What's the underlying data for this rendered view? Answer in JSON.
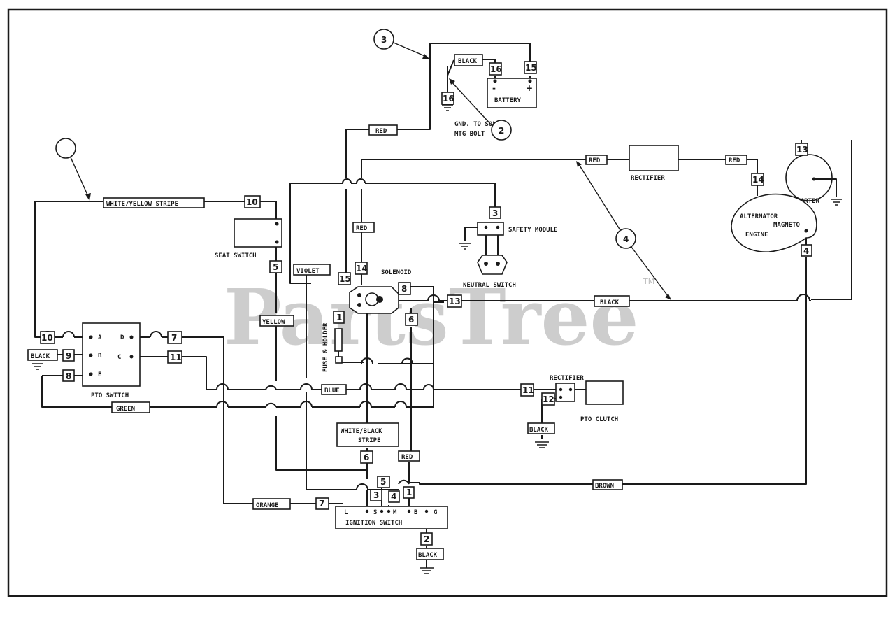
{
  "watermark": {
    "brand": "PartsTree",
    "trademark": "TM"
  },
  "callouts": {
    "c1": "",
    "c2": "2",
    "c3": "3",
    "c4": "4"
  },
  "components": {
    "battery": "BATTERY",
    "battery_minus": "-",
    "battery_plus": "+",
    "ground_note_1": "GND. TO SOL",
    "ground_note_2": "MTG BOLT",
    "rectifier_top": "RECTIFIER",
    "starter": "STARTER",
    "alternator": "ALTERNATOR",
    "magneto": "MAGNETO",
    "engine": "ENGINE",
    "seat_switch": "SEAT SWITCH",
    "safety_module": "SAFETY MODULE",
    "neutral_switch": "NEUTRAL SWITCH",
    "solenoid": "SOLENOID",
    "fuse_holder": "FUSE & HOLDER",
    "pto_switch": "PTO SWITCH",
    "rectifier_pto": "RECTIFIER",
    "pto_clutch": "PTO CLUTCH",
    "ignition_switch": "IGNITION SWITCH"
  },
  "pto_terminals": {
    "a": "A",
    "b": "B",
    "e": "E",
    "d": "D",
    "c": "C"
  },
  "ignition_terminals": {
    "l": "L",
    "s": "S",
    "m": "M",
    "b": "B",
    "g": "G"
  },
  "wire_labels": {
    "black_top": "BLACK",
    "red_top": "RED",
    "red_rect_left": "RED",
    "red_rect_right": "RED",
    "white_yellow": "WHITE/YELLOW STRIPE",
    "red_mid": "RED",
    "violet": "VIOLET",
    "yellow": "YELLOW",
    "black_right": "BLACK",
    "black_pto": "BLACK",
    "blue": "BLUE",
    "green": "GREEN",
    "white_black_1": "WHITE/BLACK",
    "white_black_2": "STRIPE",
    "red_ign": "RED",
    "black_clutch": "BLACK",
    "brown": "BROWN",
    "orange": "ORANGE",
    "black_ign": "BLACK"
  },
  "wire_numbers": {
    "n16a": "16",
    "n15a": "15",
    "n16b": "16",
    "n13a": "13",
    "n14a": "14",
    "n10": "10",
    "n3a": "3",
    "n5a": "5",
    "n14b": "14",
    "n15b": "15",
    "n8": "8",
    "n13b": "13",
    "n1a": "1",
    "n6a": "6",
    "n4a": "4",
    "n10b": "10",
    "n9": "9",
    "n8b": "8",
    "n7a": "7",
    "n11a": "11",
    "n11b": "11",
    "n12": "12",
    "n6b": "6",
    "n5b": "5",
    "n3b": "3",
    "n4b": "4",
    "n1b": "1",
    "n7b": "7",
    "n2": "2"
  }
}
